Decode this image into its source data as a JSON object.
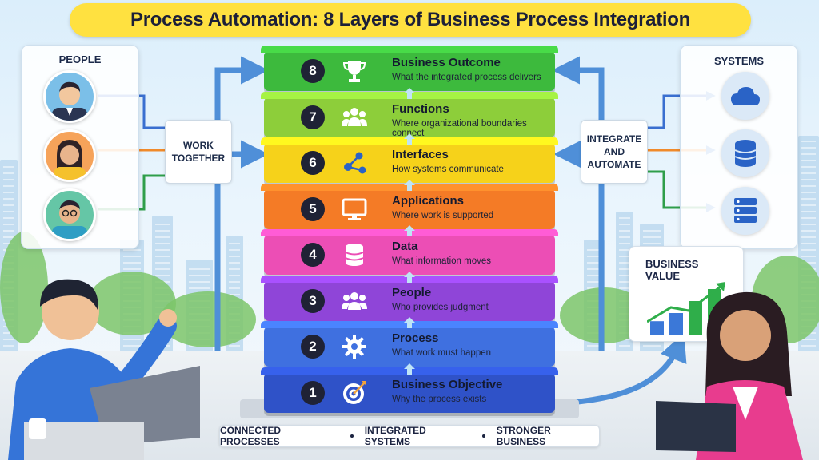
{
  "title": "Process Automation: 8 Layers of Business Process Integration",
  "people_panel": {
    "heading": "PEOPLE",
    "avatars": [
      "man-avatar",
      "woman-avatar",
      "man-glasses-avatar"
    ]
  },
  "systems_panel": {
    "heading": "SYSTEMS",
    "icons": [
      "cloud-icon",
      "database-icon",
      "server-icon"
    ]
  },
  "work_together_label": "WORK\nTOGETHER",
  "integrate_label": "INTEGRATE\nAND\nAUTOMATE",
  "business_value": {
    "label": "BUSINESS\nVALUE",
    "bars": [
      0.28,
      0.45,
      0.7,
      0.95
    ]
  },
  "layers": [
    {
      "number": "8",
      "title": "Business Outcome",
      "subtitle": "What the integrated process delivers",
      "color": "#3dba3d",
      "icon": "trophy-icon"
    },
    {
      "number": "7",
      "title": "Functions",
      "subtitle": "Where organizational boundaries connect",
      "color": "#8dce3a",
      "icon": "group-icon"
    },
    {
      "number": "6",
      "title": "Interfaces",
      "subtitle": "How systems communicate",
      "color": "#f6d21a",
      "icon": "share-nodes-icon"
    },
    {
      "number": "5",
      "title": "Applications",
      "subtitle": "Where work is supported",
      "color": "#f47b26",
      "icon": "monitor-icon"
    },
    {
      "number": "4",
      "title": "Data",
      "subtitle": "What information moves",
      "color": "#ec4eb5",
      "icon": "database-icon"
    },
    {
      "number": "3",
      "title": "People",
      "subtitle": "Who provides judgment",
      "color": "#8f45d8",
      "icon": "people-icon"
    },
    {
      "number": "2",
      "title": "Process",
      "subtitle": "What work must happen",
      "color": "#3f70e0",
      "icon": "gear-icon"
    },
    {
      "number": "1",
      "title": "Business Objective",
      "subtitle": "Why the process exists",
      "color": "#2f52c8",
      "icon": "target-icon"
    }
  ],
  "footer": {
    "items": [
      "CONNECTED PROCESSES",
      "INTEGRATED SYSTEMS",
      "STRONGER BUSINESS"
    ]
  }
}
